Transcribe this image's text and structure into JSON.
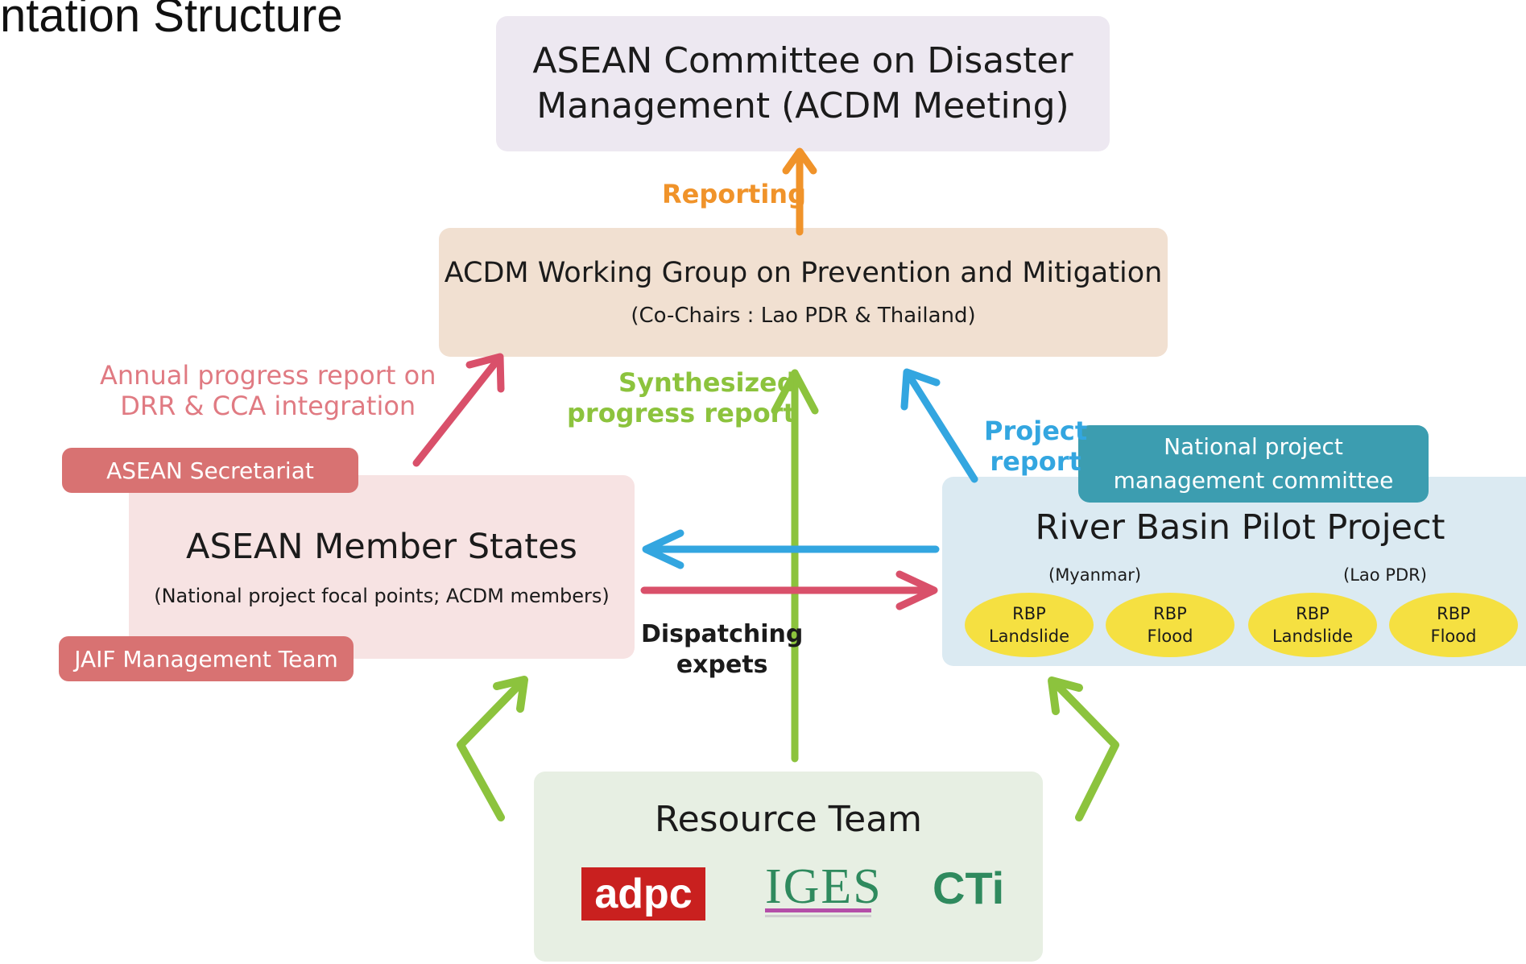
{
  "page": {
    "title": "ntation Structure"
  },
  "acdm_meeting": {
    "line1": "ASEAN Committee on Disaster",
    "line2": "Management (ACDM Meeting)"
  },
  "working_group": {
    "title": "ACDM Working Group on Prevention and Mitigation",
    "subtitle": "(Co-Chairs : Lao PDR & Thailand)"
  },
  "member_states": {
    "title": "ASEAN Member States",
    "subtitle": "(National project focal points; ACDM members)"
  },
  "secretariat": {
    "label": "ASEAN Secretariat"
  },
  "jaif": {
    "label": "JAIF Management Team"
  },
  "river_basin": {
    "title": "River Basin Pilot Project",
    "committee_line1": "National project",
    "committee_line2": "management committee",
    "myanmar_label": "(Myanmar)",
    "lao_label": "(Lao PDR)",
    "pilots": [
      {
        "line1": "RBP",
        "line2": "Landslide"
      },
      {
        "line1": "RBP",
        "line2": "Flood"
      },
      {
        "line1": "RBP",
        "line2": "Landslide"
      },
      {
        "line1": "RBP",
        "line2": "Flood"
      }
    ]
  },
  "resource_team": {
    "title": "Resource Team",
    "logos": {
      "adpc": "adpc",
      "iges": "IGES",
      "cti": "CTi"
    }
  },
  "flows": {
    "reporting": "Reporting",
    "annual_line1": "Annual progress report on",
    "annual_line2": "DRR & CCA integration",
    "synth_line1": "Synthesized",
    "synth_line2": "progress report",
    "project_line1": "Project",
    "project_line2": "report",
    "dispatch_line1": "Dispatching",
    "dispatch_line2": "expets"
  },
  "colors": {
    "reporting": "#f0932a",
    "annual": "#e07a82",
    "annual_arrow": "#d9506a",
    "synthesized": "#8cc33d",
    "project": "#33a6e0",
    "secretariat_pill": "#d87272",
    "npmc_pill": "#3c9db0",
    "rbp_ellipse": "#f5e041"
  }
}
